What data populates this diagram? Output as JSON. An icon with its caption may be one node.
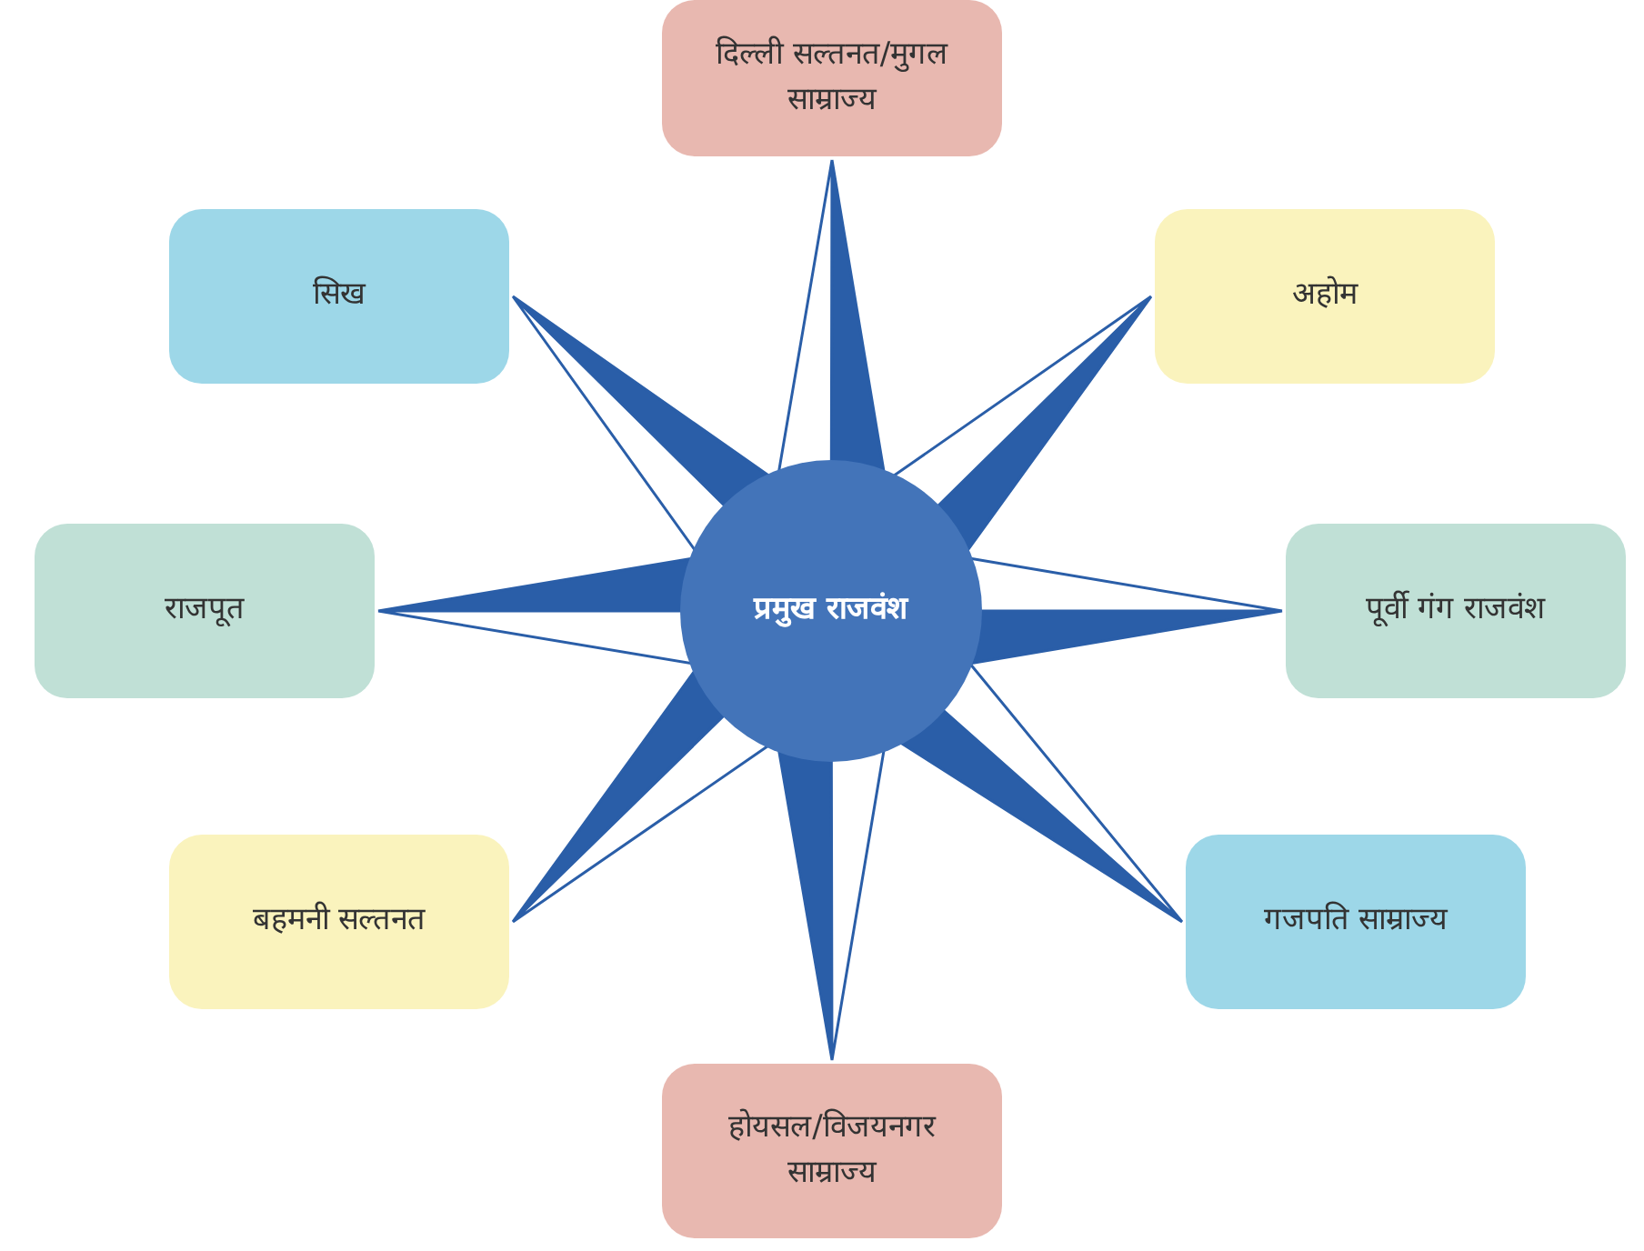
{
  "diagram": {
    "nodes": [
      {
        "text": [
          "प्रमुख राजवंश"
        ]
      },
      {
        "text": [
          "दिल्ली सल्तनत/मुगल साम्राज्य"
        ]
      },
      {
        "text": [
          "अहोम"
        ]
      },
      {
        "text": [
          "पूर्वी गंग राजवंश"
        ]
      },
      {
        "text": [
          "गजपति साम्राज्य"
        ]
      },
      {
        "text": [
          "होयसल/विजयनगर साम्राज्य"
        ]
      },
      {
        "text": [
          "बहमनी सल्तनत"
        ]
      },
      {
        "text": [
          "राजपूत"
        ]
      },
      {
        "text": [
          "सिख"
        ]
      }
    ],
    "edges": [
      {
        "from": 0,
        "to": 1,
        "arrow": "none"
      },
      {
        "from": 0,
        "to": 2,
        "arrow": "none"
      },
      {
        "from": 0,
        "to": 3,
        "arrow": "none"
      },
      {
        "from": 0,
        "to": 4,
        "arrow": "none"
      },
      {
        "from": 0,
        "to": 5,
        "arrow": "none"
      },
      {
        "from": 0,
        "to": 6,
        "arrow": "none"
      },
      {
        "from": 0,
        "to": 7,
        "arrow": "none"
      },
      {
        "from": 0,
        "to": 8,
        "arrow": "none"
      }
    ]
  }
}
